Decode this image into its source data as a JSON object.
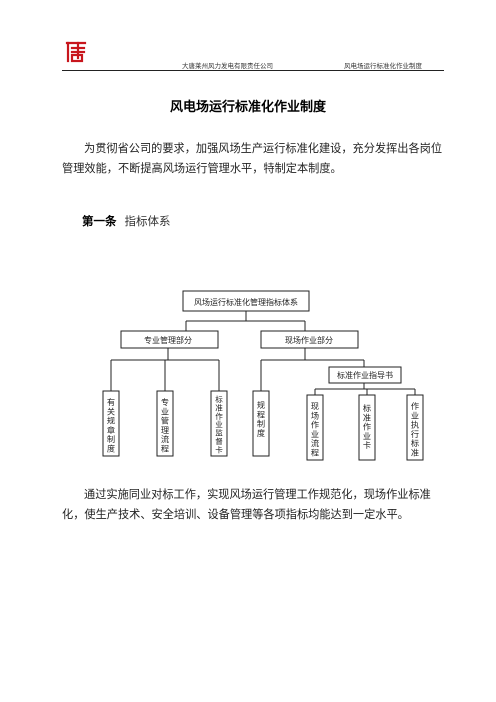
{
  "header": {
    "company": "大唐莱州风力发电有限责任公司",
    "doc_name": "风电场运行标准化作业制度",
    "logo_icon": "datang-logo-icon",
    "logo_color": "#c8161d"
  },
  "title": "风电场运行标准化作业制度",
  "intro": "为贯彻省公司的要求，加强风场生产运行标准化建设，充分发挥出各岗位管理效能，不断提高风场运行管理水平，特制定本制度。",
  "article1": {
    "number": "第一条",
    "name": "指标体系"
  },
  "org_chart": {
    "root": "风场运行标准化管理指标体系",
    "branches": [
      {
        "label": "专业管理部分",
        "children": [
          "有关规章制度",
          "专业管理流程",
          "标准作业监督卡"
        ]
      },
      {
        "label": "现场作业部分",
        "children": [
          "规程制度"
        ],
        "sub": {
          "label": "标准作业指导书",
          "children": [
            "现场作业流程",
            "标准作业卡",
            "作业执行标准"
          ]
        }
      }
    ]
  },
  "conclusion": "通过实施同业对标工作，实现风场运行管理工作规范化，现场作业标准化，使生产技术、安全培训、设备管理等各项指标均能达到一定水平。"
}
